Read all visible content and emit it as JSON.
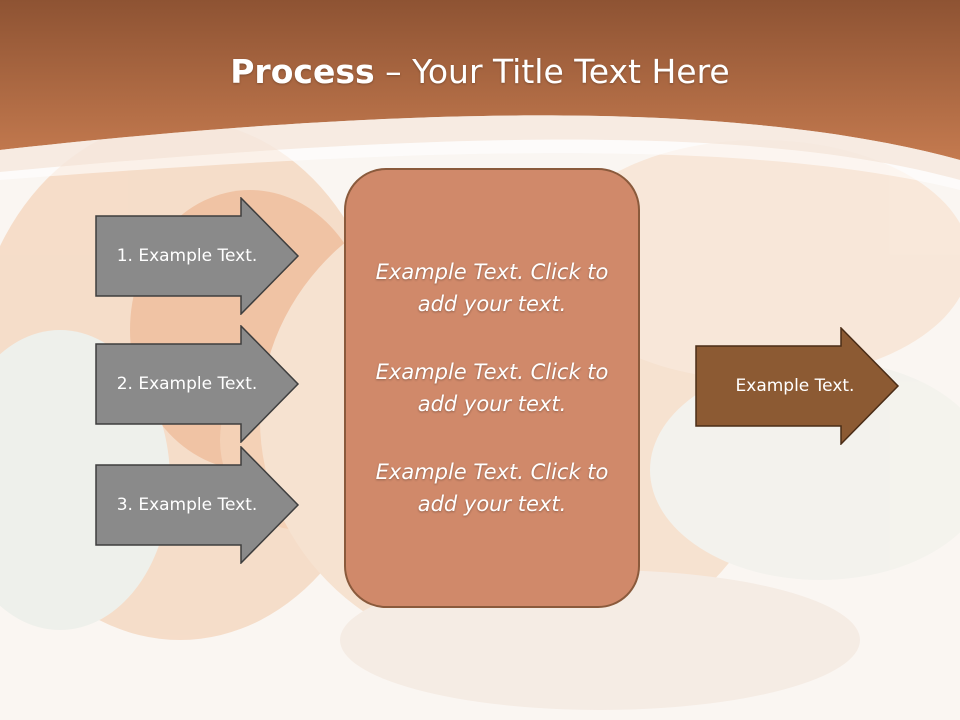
{
  "slide": {
    "title_bold": "Process",
    "title_rest": " – Your Title Text Here",
    "inputs": [
      {
        "label": "1. Example Text."
      },
      {
        "label": "2. Example Text."
      },
      {
        "label": "3. Example Text."
      }
    ],
    "center": {
      "paragraphs": [
        "Example Text. Click  to add your text.",
        "Example Text. Click  to add your text.",
        "Example Text. Click  to add your text."
      ]
    },
    "output": {
      "label": "Example Text."
    }
  },
  "colors": {
    "header": "#c47448",
    "input_arrow": "#8a8a8a",
    "center_box": "#d0896a",
    "output_arrow": "#8c5a33"
  }
}
